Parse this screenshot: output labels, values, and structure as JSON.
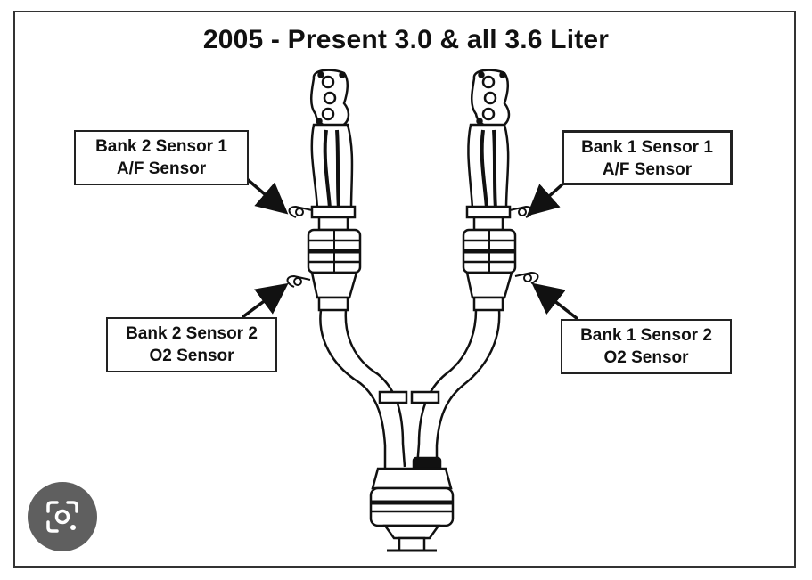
{
  "title": "2005 - Present 3.0 & all 3.6 Liter",
  "labels": {
    "bank2_sensor1": {
      "line1": "Bank 2 Sensor 1",
      "line2": "A/F Sensor"
    },
    "bank1_sensor1": {
      "line1": "Bank 1 Sensor 1",
      "line2": "A/F Sensor"
    },
    "bank2_sensor2": {
      "line1": "Bank 2 Sensor 2",
      "line2": "O2 Sensor"
    },
    "bank1_sensor2": {
      "line1": "Bank 1 Sensor 2",
      "line2": "O2 Sensor"
    }
  },
  "icons": {
    "lens_button": "lens-icon"
  },
  "colors": {
    "line": "#111111",
    "lens_button": "#5f5f5f"
  }
}
